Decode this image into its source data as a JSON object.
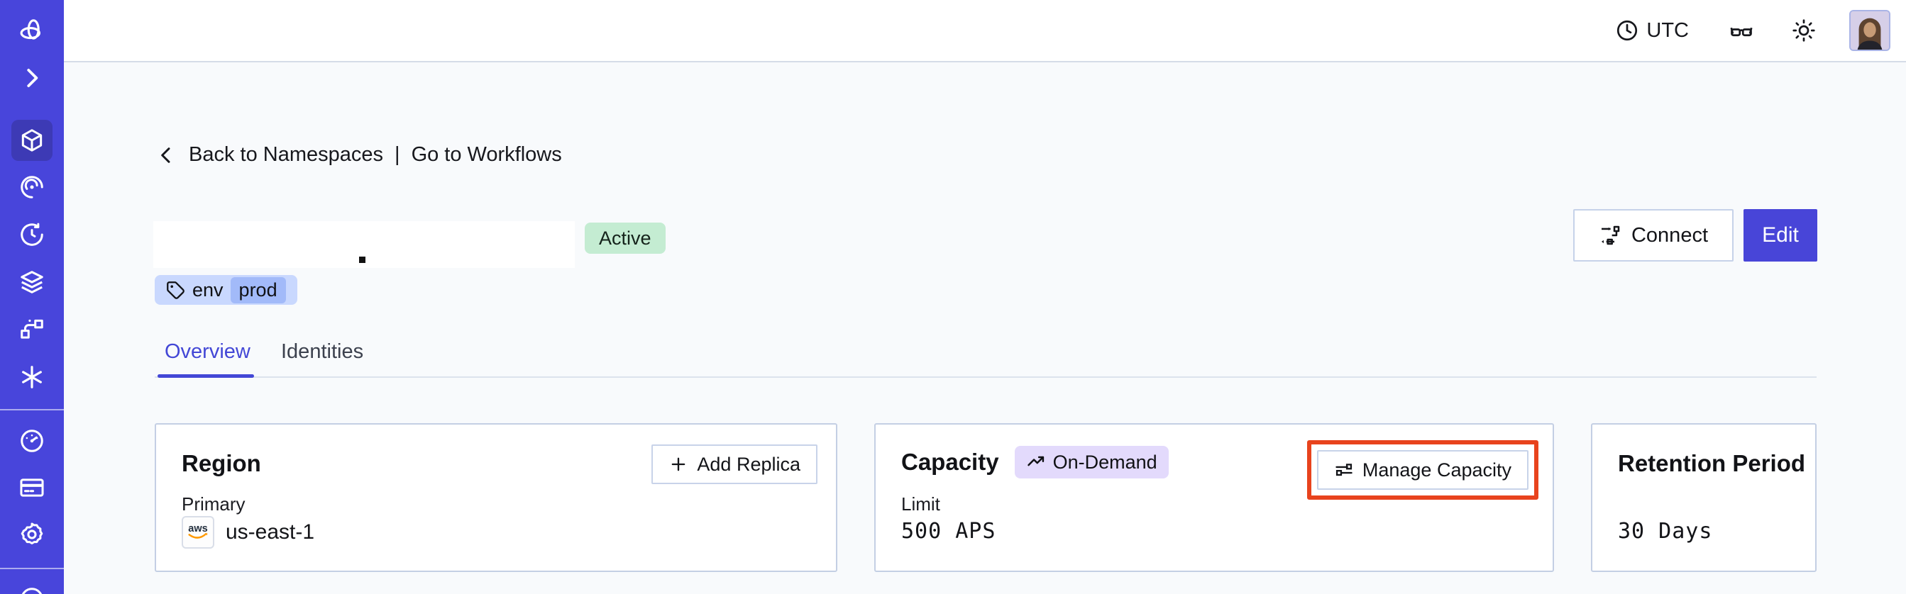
{
  "topbar": {
    "timezone": "UTC"
  },
  "breadcrumb": {
    "back_label": "Back to Namespaces",
    "separator": "|",
    "workflows_label": "Go to Workflows"
  },
  "header": {
    "status_badge": "Active",
    "connect_label": "Connect",
    "edit_label": "Edit",
    "tag_key": "env",
    "tag_value": "prod"
  },
  "tabs": [
    {
      "label": "Overview",
      "active": true
    },
    {
      "label": "Identities",
      "active": false
    }
  ],
  "cards": {
    "region": {
      "title": "Region",
      "action_label": "Add Replica",
      "label": "Primary",
      "provider": "aws",
      "value": "us-east-1"
    },
    "capacity": {
      "title": "Capacity",
      "badge": "On-Demand",
      "action_label": "Manage Capacity",
      "label": "Limit",
      "value": "500 APS"
    },
    "retention": {
      "title": "Retention Period",
      "value": "30 Days"
    }
  },
  "colors": {
    "sidebar": "#4845db",
    "sidebar_active": "#3d3ab5",
    "accent_indigo": "#4845d8",
    "status_green_bg": "#c4ecd2",
    "tag_blue_bg": "#c9d8fe",
    "tag_chip_bg": "#a2baf9",
    "ondemand_purple_bg": "#e3dafc",
    "annotation_red": "#e8431d",
    "card_border": "#c4cfe4",
    "content_bg": "#f8fafc"
  }
}
